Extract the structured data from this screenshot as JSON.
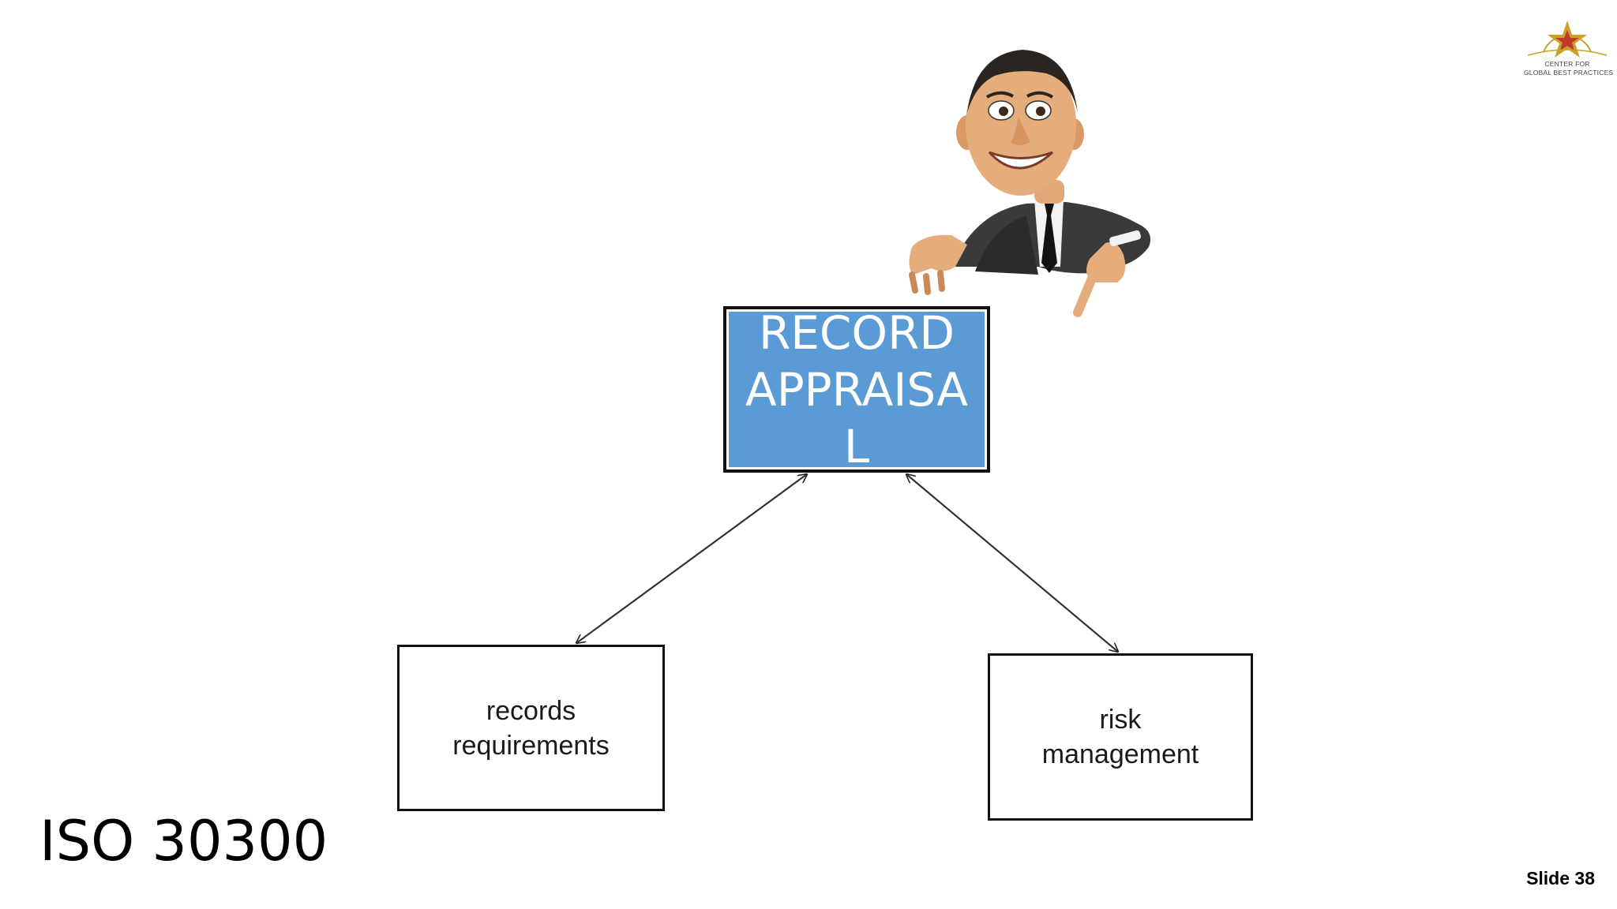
{
  "diagram": {
    "center_box": {
      "label": "RECORD APPRAISAL"
    },
    "left_box": {
      "line1": "records",
      "line2": "requirements"
    },
    "right_box": {
      "line1": "risk",
      "line2": "management"
    }
  },
  "slide": {
    "title": "ISO 30300",
    "number": "Slide 38"
  },
  "logo": {
    "line1": "CENTER FOR",
    "line2": "GLOBAL BEST PRACTICES"
  },
  "colors": {
    "box_fill": "#5b9bd5",
    "border": "#111111",
    "logo_gold": "#c9a227",
    "logo_red": "#c0392b"
  },
  "icons": [
    "businessman-pointing-illustration",
    "star-logo-icon"
  ]
}
